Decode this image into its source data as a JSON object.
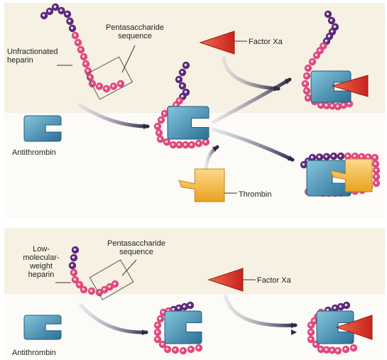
{
  "panels": [
    {
      "id": "top",
      "labels": {
        "heparin": [
          "Unfractionated",
          "heparin"
        ],
        "pentasaccharide": [
          "Pentasaccharide",
          "sequence"
        ],
        "factor_xa": "Factor Xa",
        "antithrombin": "Antithrombin",
        "thrombin": "Thrombin"
      }
    },
    {
      "id": "bottom",
      "labels": {
        "heparin": [
          "Low-",
          "molecular-",
          "weight",
          "heparin"
        ],
        "pentasaccharide": [
          "Pentasaccharide",
          "sequence"
        ],
        "factor_xa": "Factor Xa",
        "antithrombin": "Antithrombin"
      }
    }
  ],
  "colors": {
    "panel_top_band": "#f6f1e2",
    "panel_bottom_band": "#fbfaf6",
    "heparin_chain": "#5b2a78",
    "heparin_bead": "#e9d7f1",
    "pentasaccharide": "#e0487e",
    "antithrombin": "#2f83a8",
    "antithrombin_light": "#7ec1d8",
    "factor_xa": "#d9332b",
    "thrombin": "#f2b233",
    "arrow": "#2d2a4a"
  },
  "icons": [
    "heparin-chain-icon",
    "antithrombin-icon",
    "factor-xa-icon",
    "thrombin-icon",
    "arrow-icon"
  ]
}
